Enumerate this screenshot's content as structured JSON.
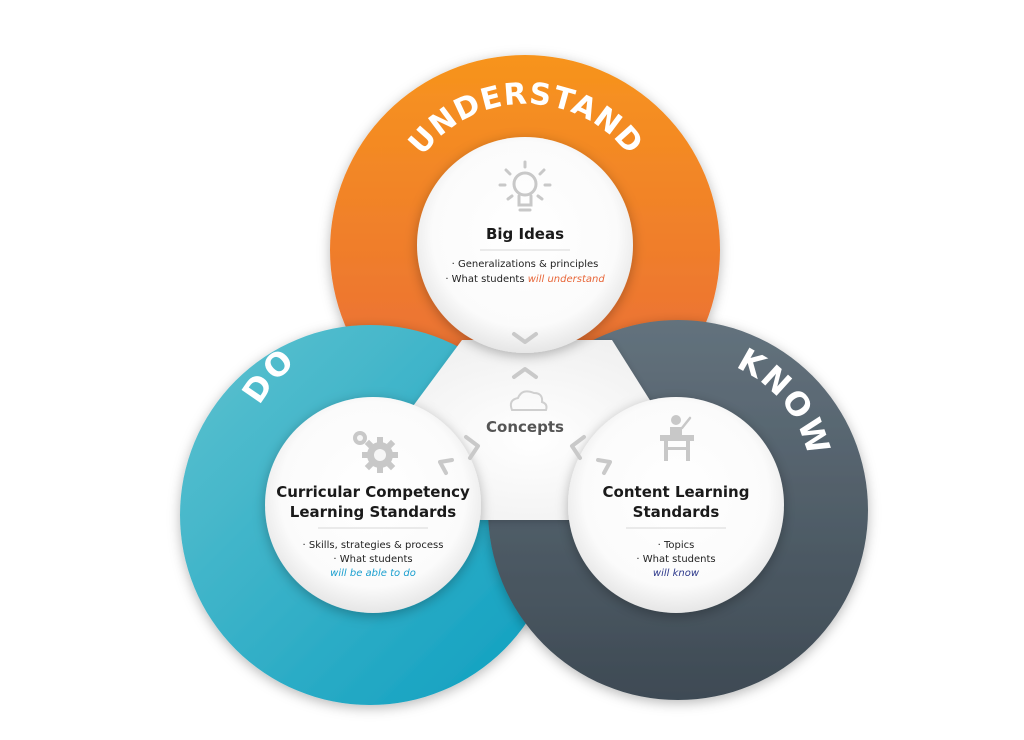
{
  "diagram": {
    "rings": {
      "understand": {
        "label": "UNDERSTAND",
        "color_start": "#f7941d",
        "color_end": "#e8673a"
      },
      "do": {
        "label": "DO",
        "color_start": "#5fc2cf",
        "color_end": "#0b9ec0"
      },
      "know": {
        "label": "KNOW",
        "color_start": "#63727d",
        "color_end": "#3e4a54"
      }
    },
    "big_ideas": {
      "title": "Big Ideas",
      "icon": "lightbulb-icon",
      "bullet1": "· Generalizations & principles",
      "bullet2_prefix": "· What students ",
      "bullet2_emph": "will understand",
      "emph_color": "#e8673a"
    },
    "curricular": {
      "title_line1": "Curricular Competency",
      "title_line2": "Learning Standards",
      "icon": "gears-icon",
      "bullet1": "· Skills, strategies & process",
      "bullet2": "· What students",
      "bullet3_emph": "will be able to do",
      "emph_color": "#1a9fcf"
    },
    "content": {
      "title_line1": "Content Learning",
      "title_line2": "Standards",
      "icon": "teacher-icon",
      "bullet1": "· Topics",
      "bullet2": "· What students",
      "bullet3_prefix": "will ",
      "bullet3_emph": "know",
      "emph_color": "#2e3a8c"
    },
    "center": {
      "label": "Concepts",
      "icon": "cloud-icon"
    }
  }
}
